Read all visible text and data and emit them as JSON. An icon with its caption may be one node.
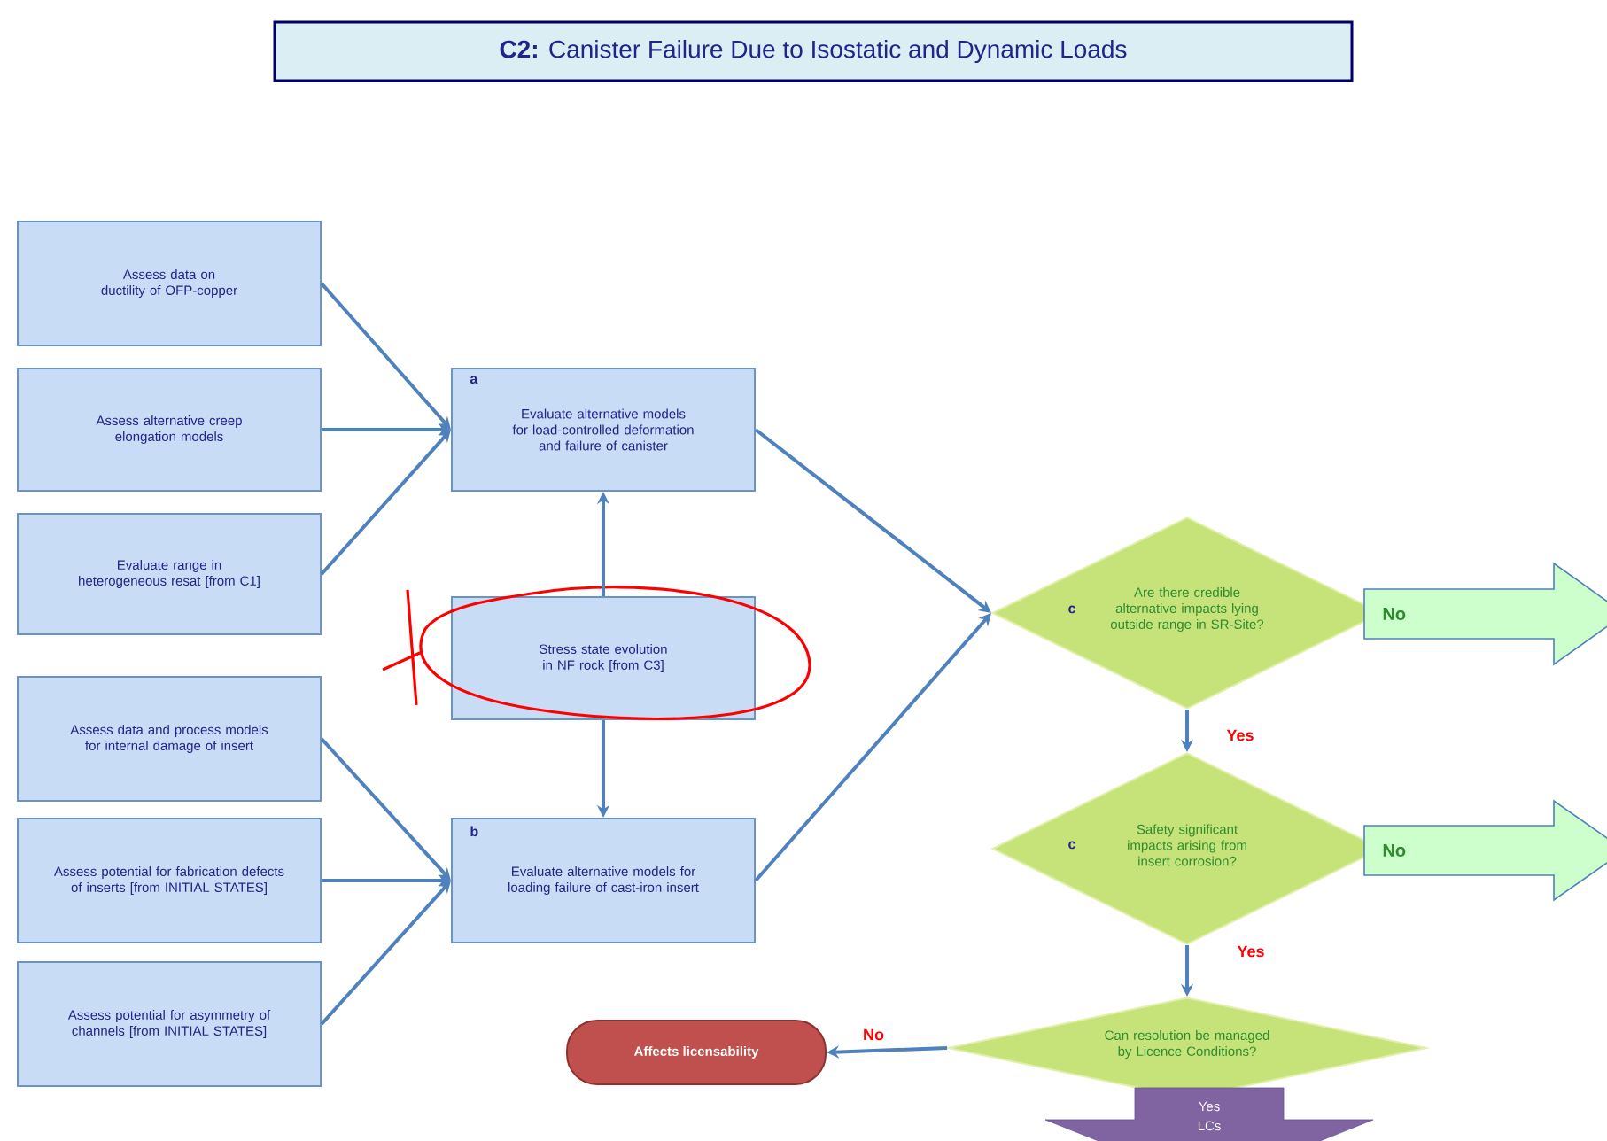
{
  "diagram": {
    "title": "**C2:** Canister Failure Due to Isostatic and Dynamic Loads",
    "nodes": [
      {
        "text": [
          "Assess data on ductility of OFP-copper"
        ]
      },
      {
        "text": [
          "Assess alternative creep elongation models"
        ]
      },
      {
        "text": [
          "Evaluate range in heterogeneous resat [from C1]"
        ]
      },
      {
        "text": [
          "a",
          "Evaluate alternative models for load-controlled deformation and failure of canister"
        ]
      },
      {
        "text": [
          "Stress state evolution in NF rock [from C3]"
        ]
      },
      {
        "text": [
          "Assess data and process models for internal damage of insert"
        ]
      },
      {
        "text": [
          "Assess potential for fabrication defects of inserts [from INITIAL STATES]"
        ]
      },
      {
        "text": [
          "Assess potential for asymmetry of channels [from INITIAL STATES]"
        ]
      },
      {
        "text": [
          "b",
          "Evaluate alternative models for loading failure of cast-iron insert"
        ]
      },
      {
        "text": [
          "c",
          "Are there credible alternative impacts lying outside range in SR-Site?"
        ]
      },
      {
        "text": [
          "No"
        ]
      },
      {
        "text": [
          "c",
          "Safety significant impacts arising from insert corrosion?"
        ]
      },
      {
        "text": [
          "No"
        ]
      },
      {
        "text": [
          "Can resolution be managed by Licence Conditions?"
        ]
      },
      {
        "text": [
          "Affects licensability"
        ]
      },
      {
        "text": [
          "Yes",
          "LCs"
        ]
      }
    ],
    "edges": [
      {
        "from": 0,
        "to": 3,
        "arrow": "to"
      },
      {
        "from": 1,
        "to": 3,
        "arrow": "to"
      },
      {
        "from": 2,
        "to": 3,
        "arrow": "to"
      },
      {
        "from": 4,
        "to": 3,
        "arrow": "to"
      },
      {
        "from": 4,
        "to": 8,
        "arrow": "to"
      },
      {
        "from": 5,
        "to": 8,
        "arrow": "to"
      },
      {
        "from": 6,
        "to": 8,
        "arrow": "to"
      },
      {
        "from": 7,
        "to": 8,
        "arrow": "to"
      },
      {
        "from": 3,
        "to": 9,
        "arrow": "to"
      },
      {
        "from": 8,
        "to": 9,
        "arrow": "to"
      },
      {
        "from": 9,
        "to": 11,
        "arrow": "to",
        "label": "Yes"
      },
      {
        "from": 11,
        "to": 13,
        "arrow": "to",
        "label": "Yes"
      },
      {
        "from": 13,
        "to": 14,
        "arrow": "to",
        "label": "No"
      }
    ]
  }
}
